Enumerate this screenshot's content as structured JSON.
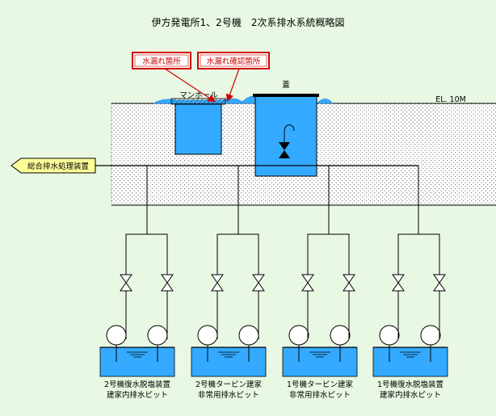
{
  "title": "伊方発電所1、2号機　2次系排水系統概略図",
  "callouts": {
    "leak_location": "水漏れ箇所",
    "leak_check_location": "水漏れ確認箇所"
  },
  "labels": {
    "manhole": "マンホール",
    "lid": "蓋",
    "elevation": "EL. 10M",
    "treatment": "総合排水処理装置"
  },
  "pits": [
    {
      "line1": "2号機復水脱塩装置",
      "line2": "建家内排水ピット"
    },
    {
      "line1": "2号機タービン建家",
      "line2": "非常用排水ピット"
    },
    {
      "line1": "1号機タービン建家",
      "line2": "非常用排水ピット"
    },
    {
      "line1": "1号機復水脱塩装置",
      "line2": "建家内排水ピット"
    }
  ],
  "colors": {
    "background": "#e8f8e2",
    "water": "#33aaff",
    "ground_fill": "#ffffff",
    "callout": "#d00000",
    "arrow_head": "#ffff99"
  }
}
